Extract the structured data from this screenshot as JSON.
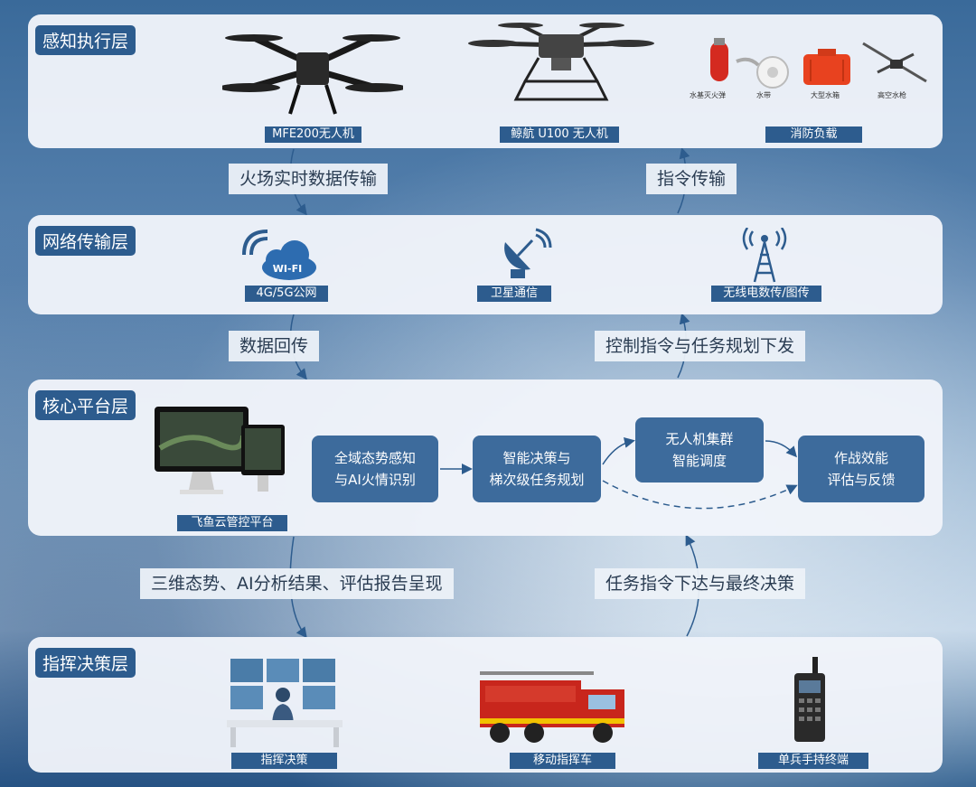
{
  "layers": {
    "perception": {
      "title": "感知执行层",
      "items": [
        "MFE200无人机",
        "鲸航 U100 无人机",
        "消防负载"
      ],
      "payloads": [
        "水基灭火弹",
        "水带",
        "大型水箱",
        "高空水枪"
      ]
    },
    "network": {
      "title": "网络传输层",
      "items": [
        "4G/5G公网",
        "卫星通信",
        "无线电数传/图传"
      ],
      "wifi_text": "WI-FI"
    },
    "core": {
      "title": "核心平台层",
      "platform": "飞鱼云管控平台",
      "nodes": [
        {
          "line1": "全域态势感知",
          "line2": "与AI火情识别"
        },
        {
          "line1": "智能决策与",
          "line2": "梯次级任务规划"
        },
        {
          "line1": "无人机集群",
          "line2": "智能调度"
        },
        {
          "line1": "作战效能",
          "line2": "评估与反馈"
        }
      ]
    },
    "command": {
      "title": "指挥决策层",
      "items": [
        "指挥决策",
        "移动指挥车",
        "单兵手持终端"
      ]
    }
  },
  "flows": {
    "up_left": "火场实时数据传输",
    "up_right": "指令传输",
    "mid_left": "数据回传",
    "mid_right": "控制指令与任务规划下发",
    "low_left": "三维态势、AI分析结果、评估报告呈现",
    "low_right": "任务指令下达与最终决策"
  },
  "colors": {
    "title_bg": "#2d5c8e",
    "node_bg": "#3d6b9c",
    "panel_bg": "#f0f4fa"
  }
}
